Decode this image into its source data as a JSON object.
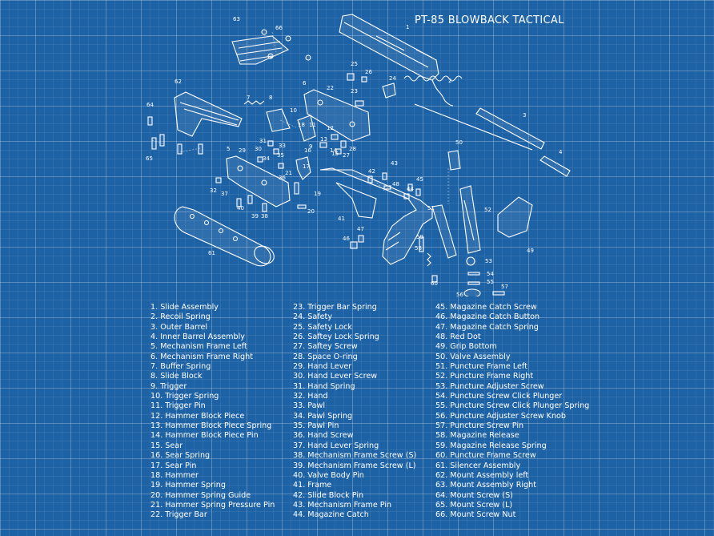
{
  "title": "PT-85 BLOWBACK TACTICAL",
  "callouts": [
    "1",
    "2",
    "3",
    "4",
    "5",
    "6",
    "7",
    "8",
    "9",
    "10",
    "11",
    "12",
    "13",
    "14",
    "15",
    "16",
    "17",
    "18",
    "19",
    "20",
    "21",
    "22",
    "23",
    "24",
    "25",
    "26",
    "27",
    "28",
    "29",
    "30",
    "31",
    "32",
    "33",
    "34",
    "35",
    "36",
    "37",
    "38",
    "39",
    "40",
    "41",
    "42",
    "43",
    "44",
    "45",
    "46",
    "47",
    "48",
    "49",
    "50",
    "51",
    "52",
    "53",
    "54",
    "55",
    "56",
    "57",
    "58",
    "59",
    "60",
    "61",
    "62",
    "63",
    "64",
    "65",
    "66"
  ],
  "legend": {
    "col1": [
      "1. Slide Assembly",
      "2. Recoil Spring",
      "3. Outer Barrel",
      "4. Inner Barrel Assembly",
      "5. Mechanism Frame Left",
      "6. Mechanism Frame Right",
      "7. Buffer Spring",
      "8. Slide Block",
      "9. Trigger",
      "10. Trigger Spring",
      "11. Trigger Pin",
      "12. Hammer Block Piece",
      "13. Hammer Block Piece Spring",
      "14. Hammer Block Piece Pin",
      "15. Sear",
      "16. Sear Spring",
      "17. Sear Pin",
      "18. Hammer",
      "19. Hammer Spring",
      "20. Hammer Spring Guide",
      "21. Hammer Spring Pressure Pin",
      "22. Trigger Bar"
    ],
    "col2": [
      "23. Trigger Bar Spring",
      "24. Safety",
      "25. Safety Lock",
      "26. Saftey Lock Spring",
      "27. Saftey Screw",
      "28. Space O-ring",
      "29. Hand Lever",
      "30. Hand Lever Screw",
      "31. Hand Spring",
      "32. Hand",
      "33. Pawl",
      "34. Pawl Spring",
      "35. Pawl Pin",
      "36. Hand Screw",
      "37. Hand Lever Spring",
      "38. Mechanism Frame Screw (S)",
      "39. Mechanism Frame Screw (L)",
      "40. Valve Body Pin",
      "41. Frame",
      "42. Slide Block Pin",
      "43. Mechanism Frame Pin",
      "44. Magazine Catch"
    ],
    "col3": [
      "45. Magazine Catch Screw",
      "46. Magazine Catch Button",
      "47. Magazine Catch Spring",
      "48. Red Dot",
      "49. Grip Bottom",
      "50. Valve Assembly",
      "51. Puncture Frame Left",
      "52. Puncture Frame Right",
      "53. Puncture Adjuster Screw",
      "54. Puncture Screw Click Plunger",
      "55. Puncture Screw Click Plunger Spring",
      "56. Puncture Adjuster Screw Knob",
      "57. Puncture Screw Pin",
      "58. Magazine Release",
      "59. Magazine Release Spring",
      "60. Puncture Frame Screw",
      "61. Silencer Assembly",
      "62. Mount Assembly left",
      "63. Mount Assembly Right",
      "64. Mount Screw (S)",
      "65. Mount Screw (L)",
      "66. Mount Screw Nut"
    ]
  }
}
